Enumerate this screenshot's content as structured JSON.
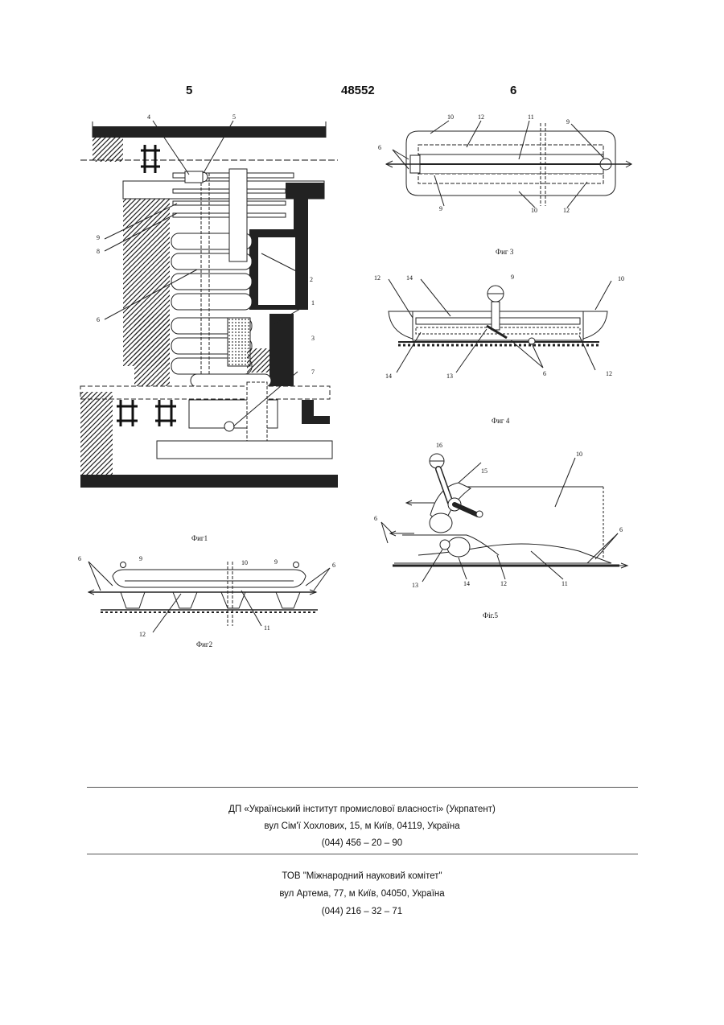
{
  "header": {
    "left_page": "5",
    "patent_number": "48552",
    "right_page": "6"
  },
  "figures": {
    "fig1": {
      "caption": "Фиг1",
      "labels": [
        "4",
        "5",
        "9",
        "8",
        "2",
        "1",
        "6",
        "3",
        "7"
      ]
    },
    "fig2": {
      "caption": "Фиг2",
      "labels": [
        "6",
        "9",
        "10",
        "9",
        "6",
        "12",
        "11"
      ]
    },
    "fig3": {
      "caption": "Фиг 3",
      "labels": [
        "10",
        "12",
        "11",
        "9",
        "6",
        "9",
        "10",
        "12"
      ]
    },
    "fig4": {
      "caption": "Фиг 4",
      "labels": [
        "12",
        "14",
        "9",
        "10",
        "14",
        "13",
        "6",
        "12"
      ]
    },
    "fig5": {
      "caption": "Фіг.5",
      "labels": [
        "16",
        "10",
        "15",
        "6",
        "6",
        "13",
        "14",
        "12",
        "11"
      ]
    }
  },
  "footer": {
    "org1": {
      "name": "ДП «Український інститут промислової власності» (Укрпатент)",
      "address": "вул  Сім'ї Хохлових, 15, м  Київ, 04119, Україна",
      "phone": "(044) 456 – 20 –  90"
    },
    "org2": {
      "name": "ТОВ \"Міжнародний науковий комітет\"",
      "address": "вул  Артема, 77, м  Київ, 04050, Україна",
      "phone": "(044) 216 – 32 – 71"
    }
  }
}
